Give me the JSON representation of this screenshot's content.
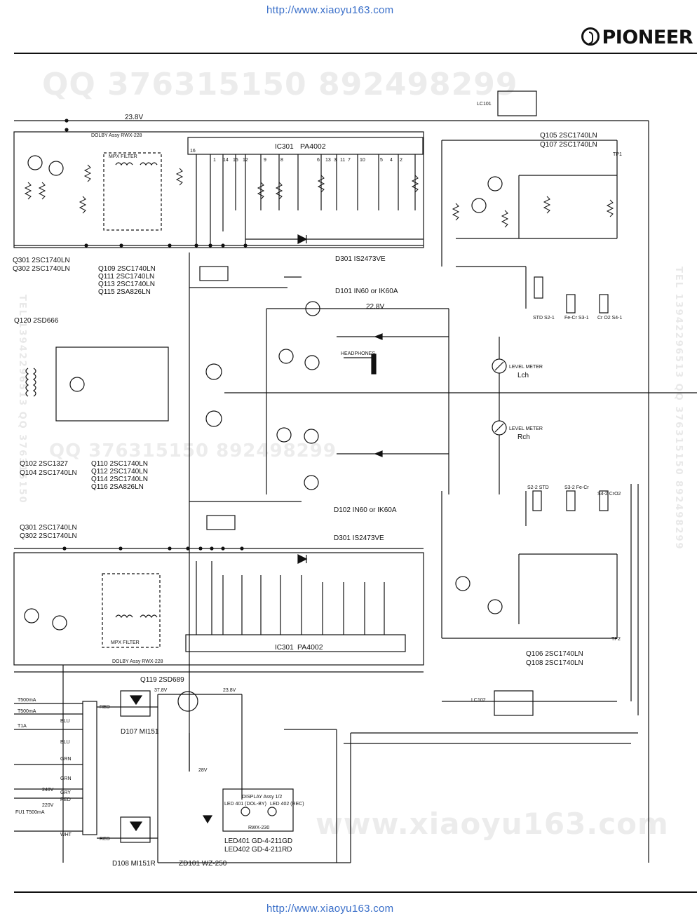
{
  "header": {
    "url_top": "http://www.xiaoyu163.com",
    "url_bottom": "http://www.xiaoyu163.com",
    "brand": "PIONEER",
    "brand_logo_icon": "pioneer-omega-logo"
  },
  "watermarks": {
    "top": "QQ 376315150   892498299",
    "mid": "QQ 376315150   892498299",
    "bottom": "www.xiaoyu163.com",
    "side_right": "TEL 13942296513  QQ 376315150  892498299",
    "side_left": "TEL 13942296513  QQ 376315150"
  },
  "colors": {
    "ink": "#111111",
    "link": "#3a6fc9",
    "watermark": "#ececec"
  },
  "top_channel": {
    "ic_label": "IC301",
    "ic_part": "PA4002",
    "dolby_assy": "DOLBY Assy RWX-228",
    "rails": [
      "23.8V",
      "22.8V"
    ],
    "pin_numbers": [
      "16",
      "1",
      "14",
      "15",
      "12",
      "9",
      "8",
      "6",
      "13",
      "3",
      "11",
      "7",
      "10",
      "5",
      "4",
      "2"
    ],
    "transistor_table_left": [
      "Q301  2SC1740LN",
      "Q302  2SC1740LN",
      "Q109  2SC1740LN",
      "Q111  2SC1740LN",
      "Q113  2SC1740LN",
      "Q115  2SA826LN"
    ],
    "transistor_table_right": [
      "Q105  2SC1740LN",
      "Q107  2SC1740LN"
    ],
    "diode_notes": [
      "D301  IS2473VE",
      "D101  IN60 or IK60A"
    ],
    "q120": "Q120  2SD666",
    "switch_labels": [
      "STD S2-1",
      "Fe-Cr S3-1",
      "Cr O2 S4-1"
    ],
    "meter_lch": "LEVEL METER",
    "meter_lch_ch": "Lch",
    "headphones": "HEADPHONES",
    "lc101": "LC101",
    "tp1": "TP1",
    "mpx": "MPX FILTER"
  },
  "bottom_channel": {
    "ic_label": "IC301",
    "ic_part": "PA4002",
    "dolby_assy": "DOLBY Assy RWX-228",
    "transistor_table": [
      "Q102  2SC1327",
      "Q104  2SC1740LN",
      "Q110  2SC1740LN",
      "Q112  2SC1740LN",
      "Q114  2SC1740LN",
      "Q116  2SA826LN"
    ],
    "q301_table": [
      "Q301  2SC1740LN",
      "Q302  2SC1740LN"
    ],
    "diode_notes": [
      "D102  IN60 or IK60A",
      "D301  IS2473VE"
    ],
    "q106_108": [
      "Q106  2SC1740LN",
      "Q108  2SC1740LN"
    ],
    "meter_rch": "LEVEL METER",
    "meter_rch_ch": "Rch",
    "switch_labels": [
      "S2-2 STD",
      "S3-2 Fe-Cr",
      "S4-2 CrO2"
    ],
    "lc102": "LC102",
    "tp2": "TP2",
    "mpx": "MPX FILTER"
  },
  "power_section": {
    "q119": "Q119  2SD689",
    "d107": "D107  MI151",
    "d108": "D108  MI151R",
    "zd101": "ZD101  WZ-250",
    "led401": "LED401  GD-4-211GD",
    "led402": "LED402  GD-4-211RD",
    "display_assy": "DISPLAY Assy 1/2",
    "rwx": "RWX-230",
    "led_dolby": "LED 401 (DOL-BY)",
    "led_rec": "LED 402 (REC)",
    "fuses": [
      "T500mA",
      "T500mA",
      "T1A",
      "FU1 T500mA"
    ],
    "voltages": [
      "37.8V",
      "23.8V",
      "28V",
      "240V",
      "220V"
    ],
    "wires": [
      "RED",
      "BLU",
      "BLU",
      "GRN",
      "GRN",
      "GRY",
      "RED",
      "WHT",
      "RED"
    ]
  }
}
